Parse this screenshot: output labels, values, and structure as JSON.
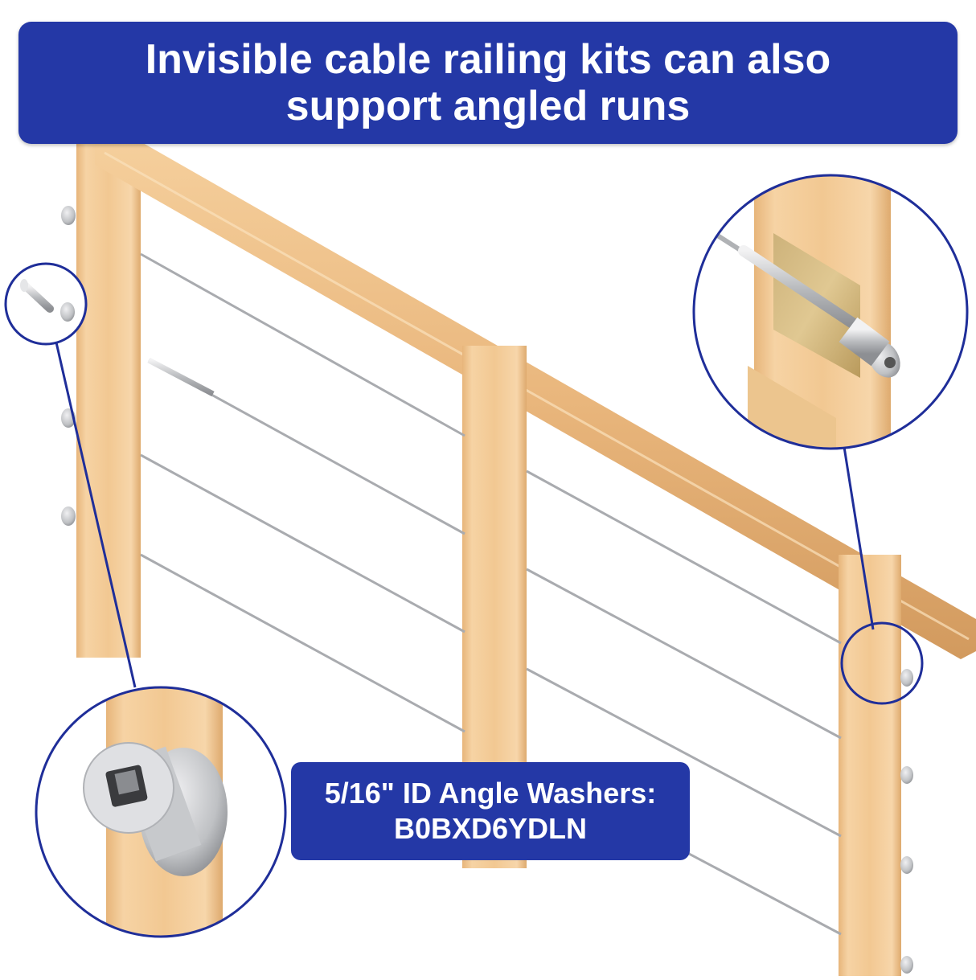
{
  "title": {
    "line1": "Invisible cable railing kits can also",
    "line2": "support angled runs"
  },
  "callout": {
    "line1": "5/16\" ID Angle Washers:",
    "line2": "B0BXD6YDLN"
  },
  "colors": {
    "banner_blue": "#2438a6",
    "wood": "#f3c994",
    "wood_dark": "#dca66a",
    "steel": "#c4c6c9",
    "callout_ring": "#1f2e99"
  },
  "illustration": {
    "posts": 3,
    "cables_per_run": 4,
    "detail_circles": [
      "angle-washer-parts",
      "cable-tensioner-in-post",
      "angle-washer-closeup",
      "post-highlight"
    ]
  }
}
